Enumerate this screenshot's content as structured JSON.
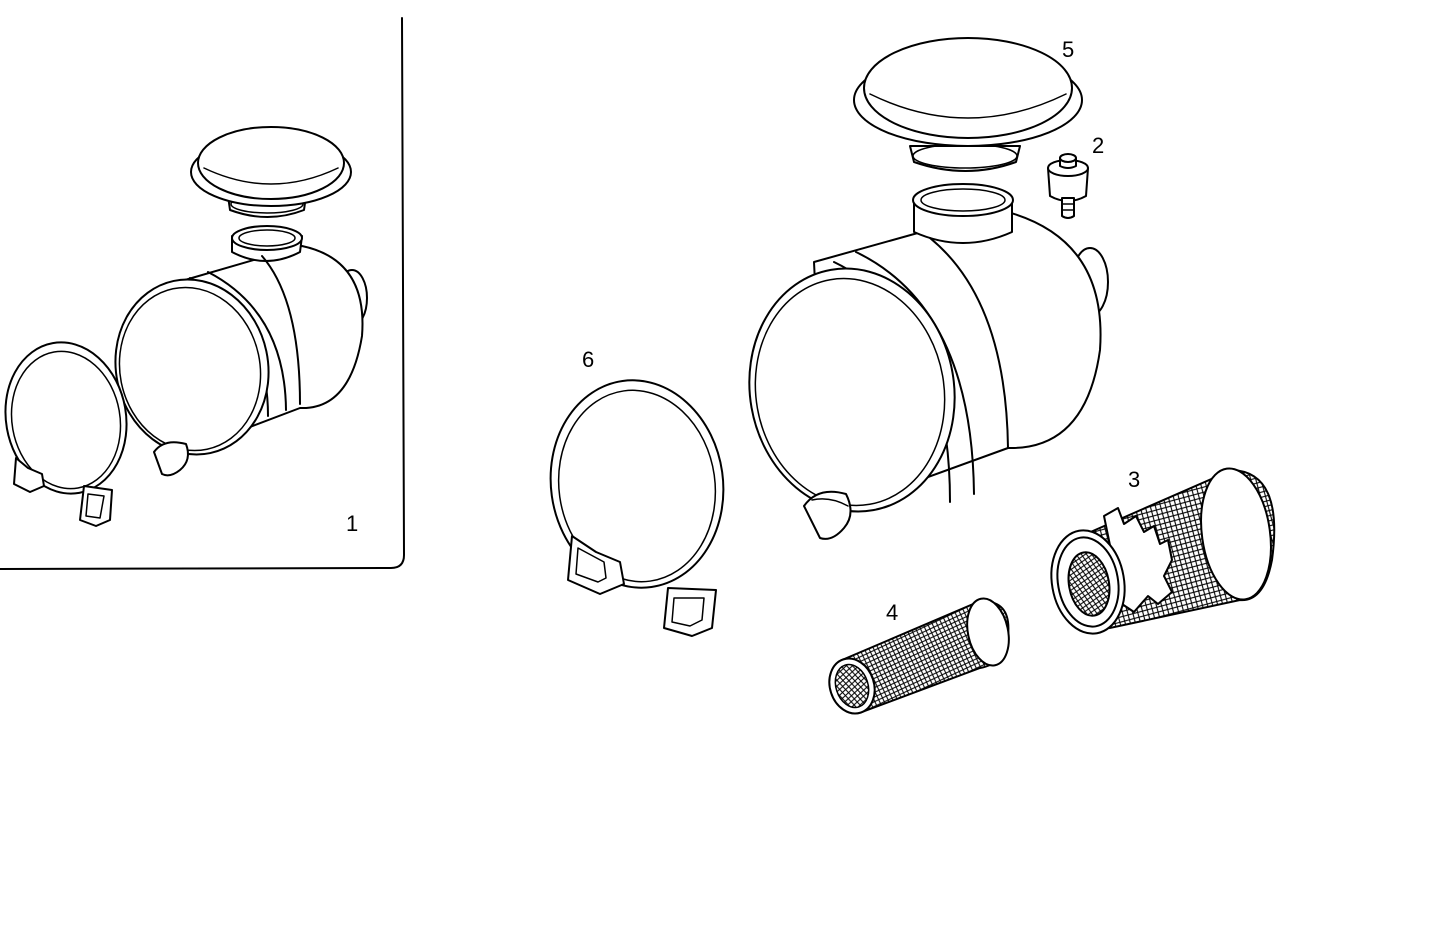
{
  "callouts": {
    "assembly": "1",
    "pre_cleaner_valve": "2",
    "main_element": "3",
    "safety_element": "4",
    "cover": "5",
    "clamp_band": "6"
  },
  "colors": {
    "line": "#000000",
    "background": "#ffffff"
  }
}
